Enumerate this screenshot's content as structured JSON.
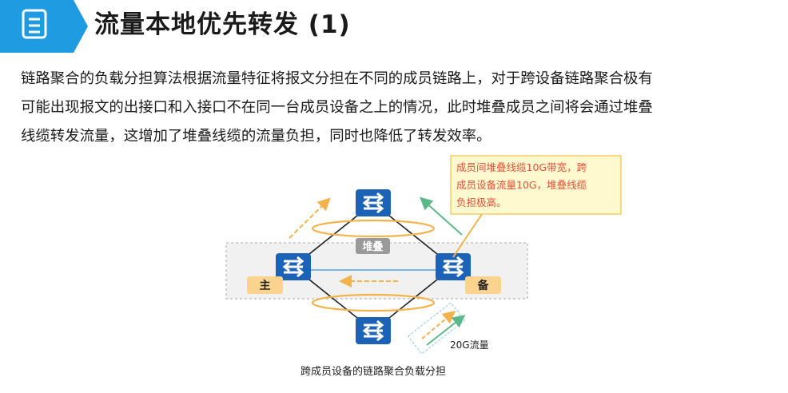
{
  "title": "流量本地优先转发 (1)",
  "paragraph": {
    "line1": "链路聚合的负载分担算法根据流量特征将报文分担在不同的成员链路上，对于跨设备链路聚合极有",
    "line2": "可能出现报文的出接口和入接口不在同一台成员设备之上的情况，此时堆叠成员之间将会通过堆叠",
    "line3": "线缆转发流量，这增加了堆叠线缆的流量负担，同时也降低了转发效率。"
  },
  "diagram": {
    "stack_label": "堆叠",
    "master_label": "主",
    "standby_label": "备",
    "callout_line1": "成员间堆叠线缆10G带宽，跨",
    "callout_line2": "成员设备流量10G，堆叠线缆",
    "callout_line3": "负担极高。",
    "traffic_label": "20G流量",
    "caption": "跨成员设备的链路聚合负载分担"
  },
  "colors": {
    "accent_blue": "#1f9be2",
    "switch_blue": "#1c63b8",
    "stack_orange": "#f3b24a",
    "traffic_green": "#5cb88a",
    "callout_red": "#e0503a",
    "label_fill": "#fbd28e"
  },
  "icons": {
    "title_icon": "document-list-icon",
    "switch_icon": "switch-arrows-icon"
  }
}
